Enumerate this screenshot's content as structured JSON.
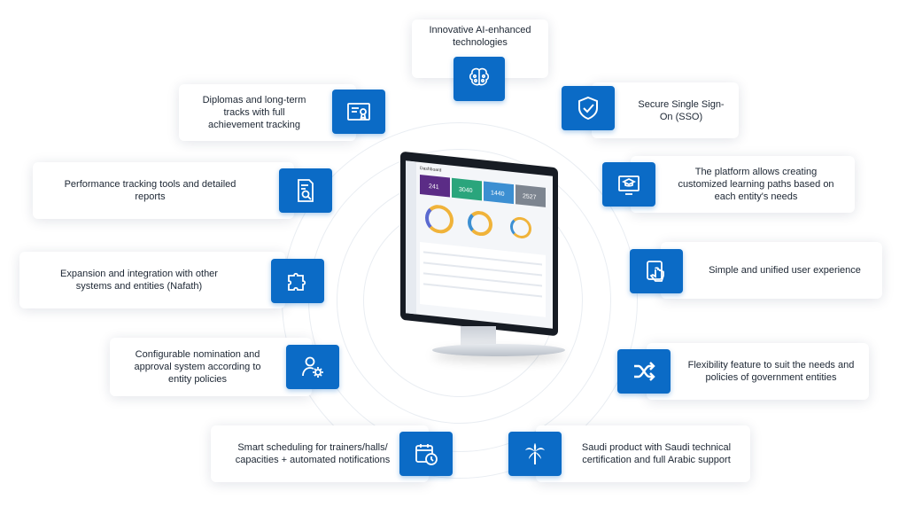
{
  "center": {
    "dashboard_title": "Dashboard",
    "stats": [
      "241",
      "3040",
      "1440",
      "2527"
    ]
  },
  "features": [
    {
      "id": "ai",
      "text": "Innovative AI-enhanced technologies",
      "icon": "brain-icon"
    },
    {
      "id": "sso",
      "text": "Secure Single Sign-On (SSO)",
      "icon": "shield-check-icon"
    },
    {
      "id": "paths",
      "text": "The platform allows creating customized learning paths based on each entity's needs",
      "icon": "graduation-screen-icon"
    },
    {
      "id": "ux",
      "text": "Simple and unified user experience",
      "icon": "touch-screen-icon"
    },
    {
      "id": "flex",
      "text": "Flexibility feature to suit the needs and policies of government entities",
      "icon": "shuffle-icon"
    },
    {
      "id": "saudi",
      "text": "Saudi product with Saudi technical certification and full Arabic support",
      "icon": "palm-tree-icon"
    },
    {
      "id": "schedule",
      "text": "Smart scheduling for trainers/halls/ capacities + automated notifications",
      "icon": "calendar-clock-icon"
    },
    {
      "id": "nomination",
      "text": "Configurable nomination and approval system according to entity policies",
      "icon": "user-gear-icon"
    },
    {
      "id": "integration",
      "text": "Expansion and integration with other systems and entities (Nafath)",
      "icon": "puzzle-icon"
    },
    {
      "id": "performance",
      "text": "Performance tracking tools and detailed reports",
      "icon": "report-search-icon"
    },
    {
      "id": "diplomas",
      "text": "Diplomas and long-term tracks with full achievement tracking",
      "icon": "certificate-icon"
    }
  ],
  "colors": {
    "accent": "#0b6bc6",
    "text": "#1c2633"
  }
}
